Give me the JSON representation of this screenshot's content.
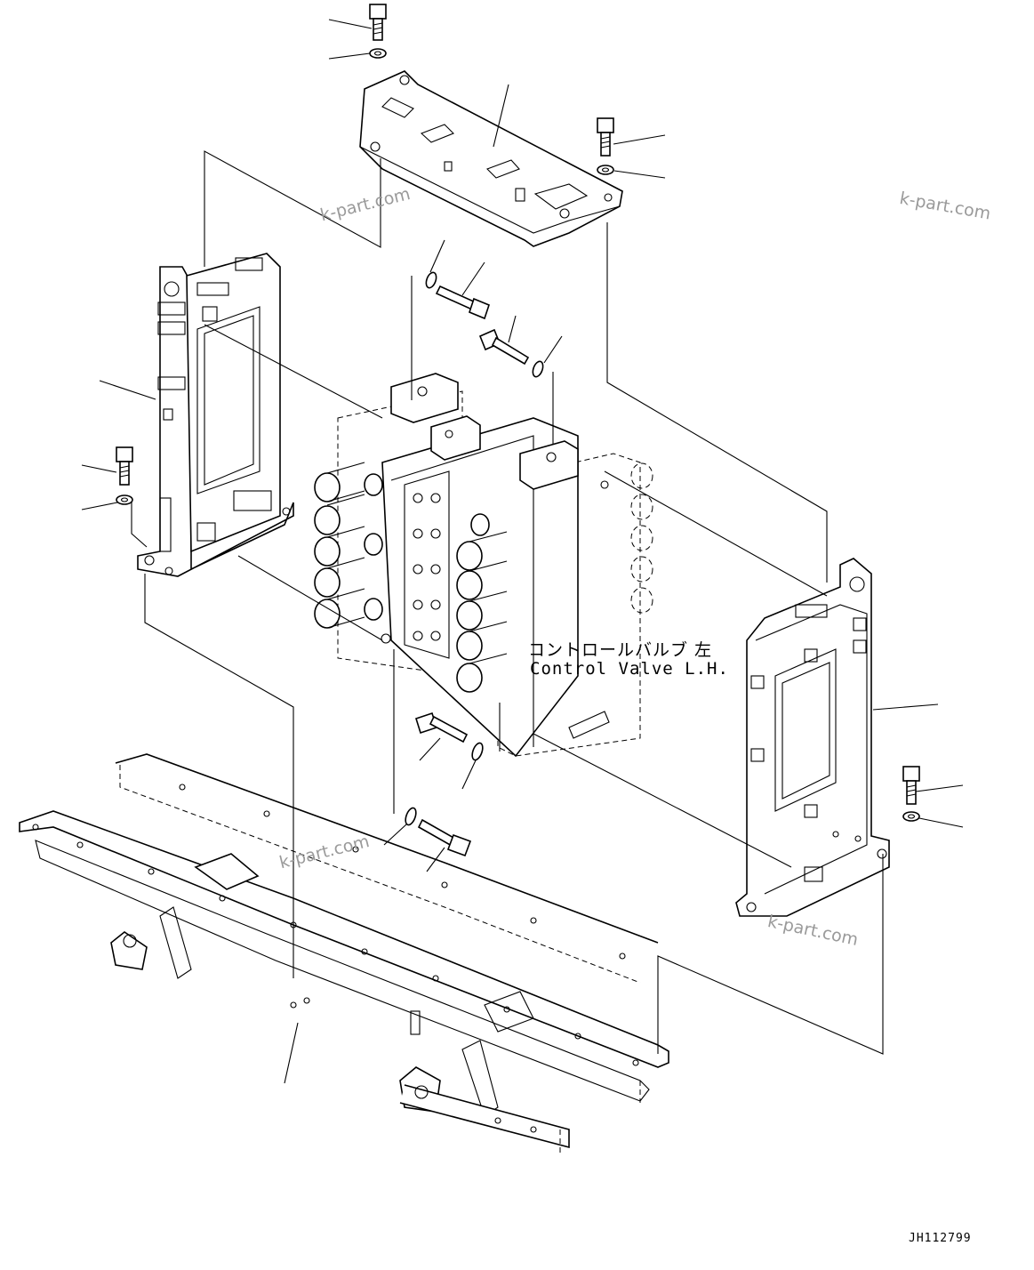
{
  "drawing": {
    "part_label_jp": "コントロールバルブ 左",
    "part_label_en": "Control Valve L.H.",
    "drawing_code": "JH112799"
  },
  "watermarks": [
    "k-part.com",
    "k-part.com",
    "k-part.com",
    "k-part.com"
  ],
  "icons": {
    "bolt": "bolt-icon",
    "washer": "washer-icon"
  },
  "colors": {
    "line": "#000000",
    "background": "#ffffff",
    "watermark": "#9a9a9a"
  }
}
